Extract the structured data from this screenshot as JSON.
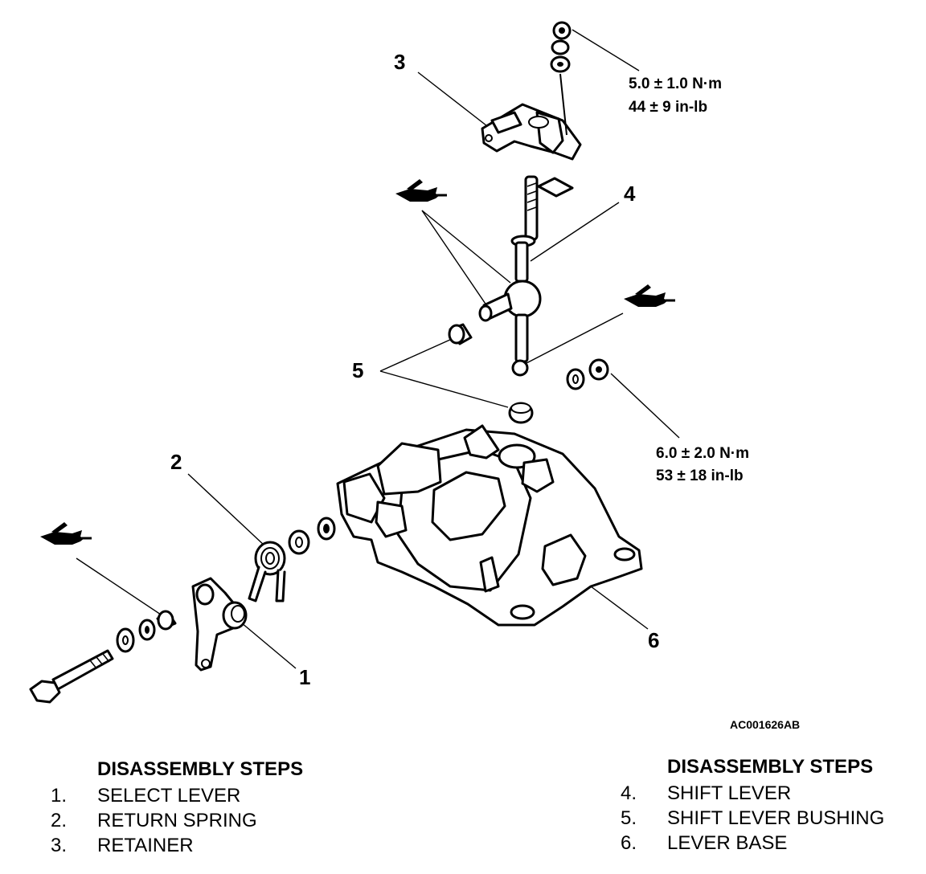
{
  "callouts": {
    "c1": "1",
    "c2": "2",
    "c3": "3",
    "c4": "4",
    "c5": "5",
    "c6": "6"
  },
  "torque_top": {
    "line1": "5.0 ± 1.0 N·m",
    "line2": "44 ± 9 in-lb"
  },
  "torque_mid": {
    "line1": "6.0 ± 2.0 N·m",
    "line2": "53 ± 18 in-lb"
  },
  "figure_id": "AC001626AB",
  "steps_left": {
    "heading": "DISASSEMBLY STEPS",
    "items": [
      {
        "num": "1.",
        "label": "SELECT LEVER"
      },
      {
        "num": "2.",
        "label": "RETURN SPRING"
      },
      {
        "num": "3.",
        "label": "RETAINER"
      }
    ]
  },
  "steps_right": {
    "heading": "DISASSEMBLY STEPS",
    "items": [
      {
        "num": "4.",
        "label": "SHIFT LEVER"
      },
      {
        "num": "5.",
        "label": "SHIFT LEVER BUSHING"
      },
      {
        "num": "6.",
        "label": "LEVER BASE"
      }
    ]
  }
}
